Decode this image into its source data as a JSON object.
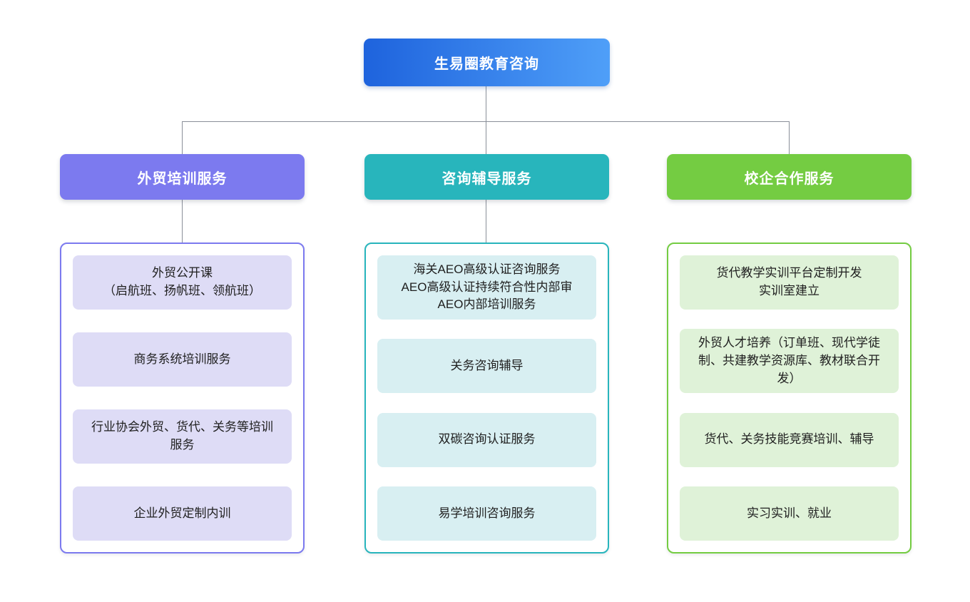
{
  "root": {
    "label": "生易圈教育咨询",
    "bg_from": "#1e63dd",
    "bg_to": "#4f9ff8",
    "gradient_css": "linear-gradient(90deg, #1e63dd, #4f9ff8)"
  },
  "connectors": {
    "color": "#8a8f99"
  },
  "branches": [
    {
      "label": "外贸培训服务",
      "color": "#7c7aef",
      "item_bg": "#dedcf6",
      "items": [
        {
          "label": "外贸公开课\n（启航班、扬帆班、领航班）"
        },
        {
          "label": "商务系统培训服务"
        },
        {
          "label": "行业协会外贸、货代、关务等培训服务"
        },
        {
          "label": "企业外贸定制内训"
        }
      ]
    },
    {
      "label": "咨询辅导服务",
      "color": "#28b5bc",
      "item_bg": "#d8eff2",
      "items": [
        {
          "label": "海关AEO高级认证咨询服务\nAEO高级认证持续符合性内部审\nAEO内部培训服务"
        },
        {
          "label": "关务咨询辅导"
        },
        {
          "label": "双碳咨询认证服务"
        },
        {
          "label": "易学培训咨询服务"
        }
      ]
    },
    {
      "label": "校企合作服务",
      "color": "#74cc42",
      "item_bg": "#dff2d8",
      "items": [
        {
          "label": "货代教学实训平台定制开发\n实训室建立"
        },
        {
          "label": "外贸人才培养（订单班、现代学徒制、共建教学资源库、教材联合开发）"
        },
        {
          "label": "货代、关务技能竞赛培训、辅导"
        },
        {
          "label": "实习实训、就业"
        }
      ]
    }
  ]
}
